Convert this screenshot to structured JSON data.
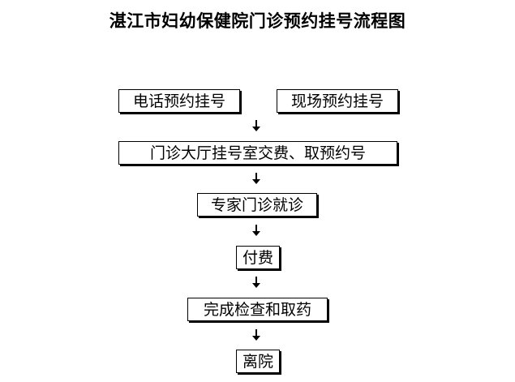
{
  "title": "湛江市妇幼保健院门诊预约挂号流程图",
  "steps": {
    "phone_booking": "电话预约挂号",
    "onsite_booking": "现场预约挂号",
    "hall_payment": "门诊大厅挂号室交费、取预约号",
    "specialist_visit": "专家门诊就诊",
    "payment": "付费",
    "exam_and_medicine": "完成检查和取药",
    "leave": "离院"
  },
  "arrows": [
    {
      "from": "booking",
      "to": "hall_payment"
    },
    {
      "from": "hall_payment",
      "to": "specialist_visit"
    },
    {
      "from": "specialist_visit",
      "to": "payment"
    },
    {
      "from": "payment",
      "to": "exam_and_medicine"
    },
    {
      "from": "exam_and_medicine",
      "to": "leave"
    }
  ]
}
